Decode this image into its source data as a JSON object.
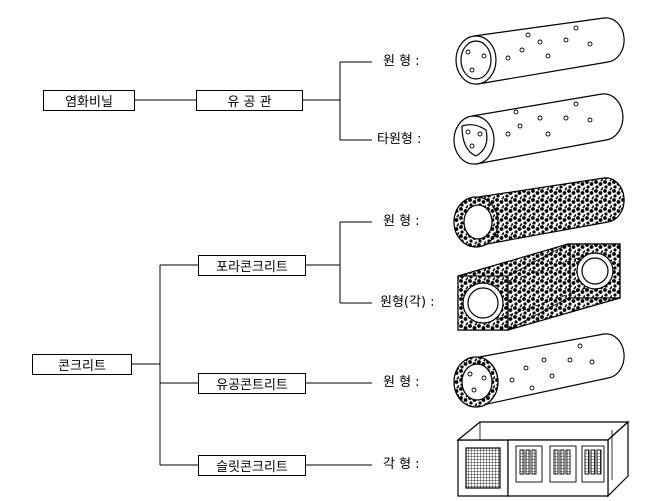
{
  "materials": [
    {
      "name": "염화비닐",
      "types": [
        {
          "name": "유 공 관",
          "shapes": [
            {
              "label": "원 형 :",
              "icon": "round-perforated-pipe"
            },
            {
              "label": "타원형 :",
              "icon": "oval-perforated-pipe"
            }
          ]
        }
      ]
    },
    {
      "name": "콘크리트",
      "types": [
        {
          "name": "포라콘크리트",
          "shapes": [
            {
              "label": "원 형 :",
              "icon": "round-porous-concrete-pipe"
            },
            {
              "label": "원형(각) :",
              "icon": "square-porous-concrete-pipe"
            }
          ]
        },
        {
          "name": "유공콘트리트",
          "shapes": [
            {
              "label": "원 형 :",
              "icon": "round-perforated-concrete-pipe"
            }
          ]
        },
        {
          "name": "슬릿콘크리트",
          "shapes": [
            {
              "label": "각 형 :",
              "icon": "slotted-box-concrete-pipe"
            }
          ]
        }
      ]
    }
  ]
}
